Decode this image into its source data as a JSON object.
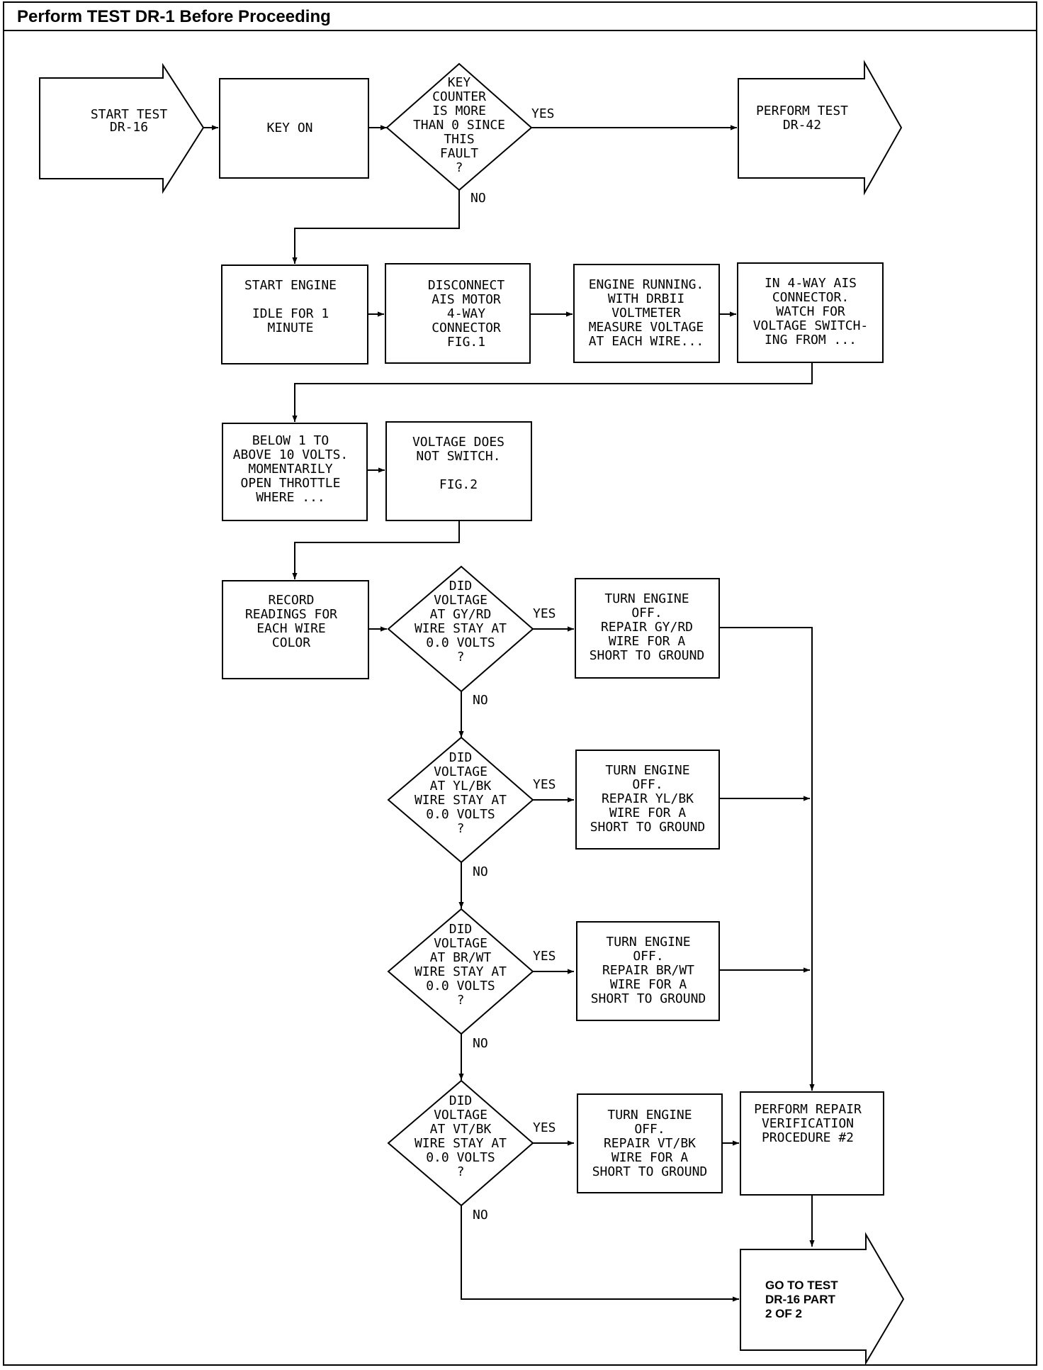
{
  "header": {
    "title": "Perform TEST DR-1 Before Proceeding"
  },
  "nodes": {
    "start": {
      "lines": [
        "START TEST",
        "DR-16"
      ]
    },
    "keyon": {
      "lines": [
        "KEY ON"
      ]
    },
    "d1": {
      "lines": [
        "KEY",
        "COUNTER",
        "IS MORE",
        "THAN 0 SINCE",
        "THIS",
        "FAULT",
        "?"
      ]
    },
    "dr42": {
      "lines": [
        "PERFORM TEST",
        "DR-42"
      ]
    },
    "startEng": {
      "lines": [
        "START ENGINE",
        "",
        "IDLE FOR 1",
        "MINUTE"
      ]
    },
    "disc": {
      "lines": [
        "DISCONNECT",
        "AIS MOTOR",
        "4-WAY",
        "CONNECTOR",
        "FIG.1"
      ]
    },
    "engrun": {
      "lines": [
        "ENGINE RUNNING.",
        "WITH DRBII",
        "VOLTMETER",
        "MEASURE VOLTAGE",
        "AT EACH WIRE..."
      ]
    },
    "in4way": {
      "lines": [
        "IN 4-WAY AIS",
        "CONNECTOR.",
        "WATCH FOR",
        "VOLTAGE SWITCH-",
        "ING FROM ..."
      ]
    },
    "below": {
      "lines": [
        "BELOW 1 TO",
        "ABOVE 10 VOLTS.",
        "MOMENTARILY",
        "OPEN THROTTLE",
        "WHERE ..."
      ]
    },
    "notsw": {
      "lines": [
        "VOLTAGE DOES",
        "NOT SWITCH.",
        "",
        "FIG.2"
      ]
    },
    "record": {
      "lines": [
        "RECORD",
        "READINGS FOR",
        "EACH WIRE",
        "COLOR"
      ]
    },
    "d2": {
      "lines": [
        "DID",
        "VOLTAGE",
        "AT GY/RD",
        "WIRE STAY AT",
        "0.0 VOLTS",
        "?"
      ]
    },
    "r2": {
      "lines": [
        "TURN ENGINE",
        "OFF.",
        "REPAIR GY/RD",
        "WIRE FOR A",
        "SHORT TO GROUND"
      ]
    },
    "d3": {
      "lines": [
        "DID",
        "VOLTAGE",
        "AT YL/BK",
        "WIRE STAY AT",
        "0.0 VOLTS",
        "?"
      ]
    },
    "r3": {
      "lines": [
        "TURN ENGINE",
        "OFF.",
        "REPAIR YL/BK",
        "WIRE FOR A",
        "SHORT TO GROUND"
      ]
    },
    "d4": {
      "lines": [
        "DID",
        "VOLTAGE",
        "AT BR/WT",
        "WIRE STAY AT",
        "0.0 VOLTS",
        "?"
      ]
    },
    "r4": {
      "lines": [
        "TURN ENGINE",
        "OFF.",
        "REPAIR BR/WT",
        "WIRE FOR A",
        "SHORT TO GROUND"
      ]
    },
    "d5": {
      "lines": [
        "DID",
        "VOLTAGE",
        "AT VT/BK",
        "WIRE STAY AT",
        "0.0 VOLTS",
        "?"
      ]
    },
    "r5": {
      "lines": [
        "TURN ENGINE",
        "OFF.",
        "REPAIR VT/BK",
        "WIRE FOR A",
        "SHORT TO GROUND"
      ]
    },
    "verify": {
      "lines": [
        "PERFORM REPAIR",
        "VERIFICATION",
        "PROCEDURE #2"
      ]
    },
    "goto": {
      "lines": [
        "GO TO TEST",
        "DR-16 PART",
        "2 OF 2"
      ]
    }
  },
  "edge_labels": {
    "d1_yes": "YES",
    "d1_no": "NO",
    "d2_yes": "YES",
    "d2_no": "NO",
    "d3_yes": "YES",
    "d3_no": "NO",
    "d4_yes": "YES",
    "d4_no": "NO",
    "d5_yes": "YES",
    "d5_no": "NO"
  }
}
